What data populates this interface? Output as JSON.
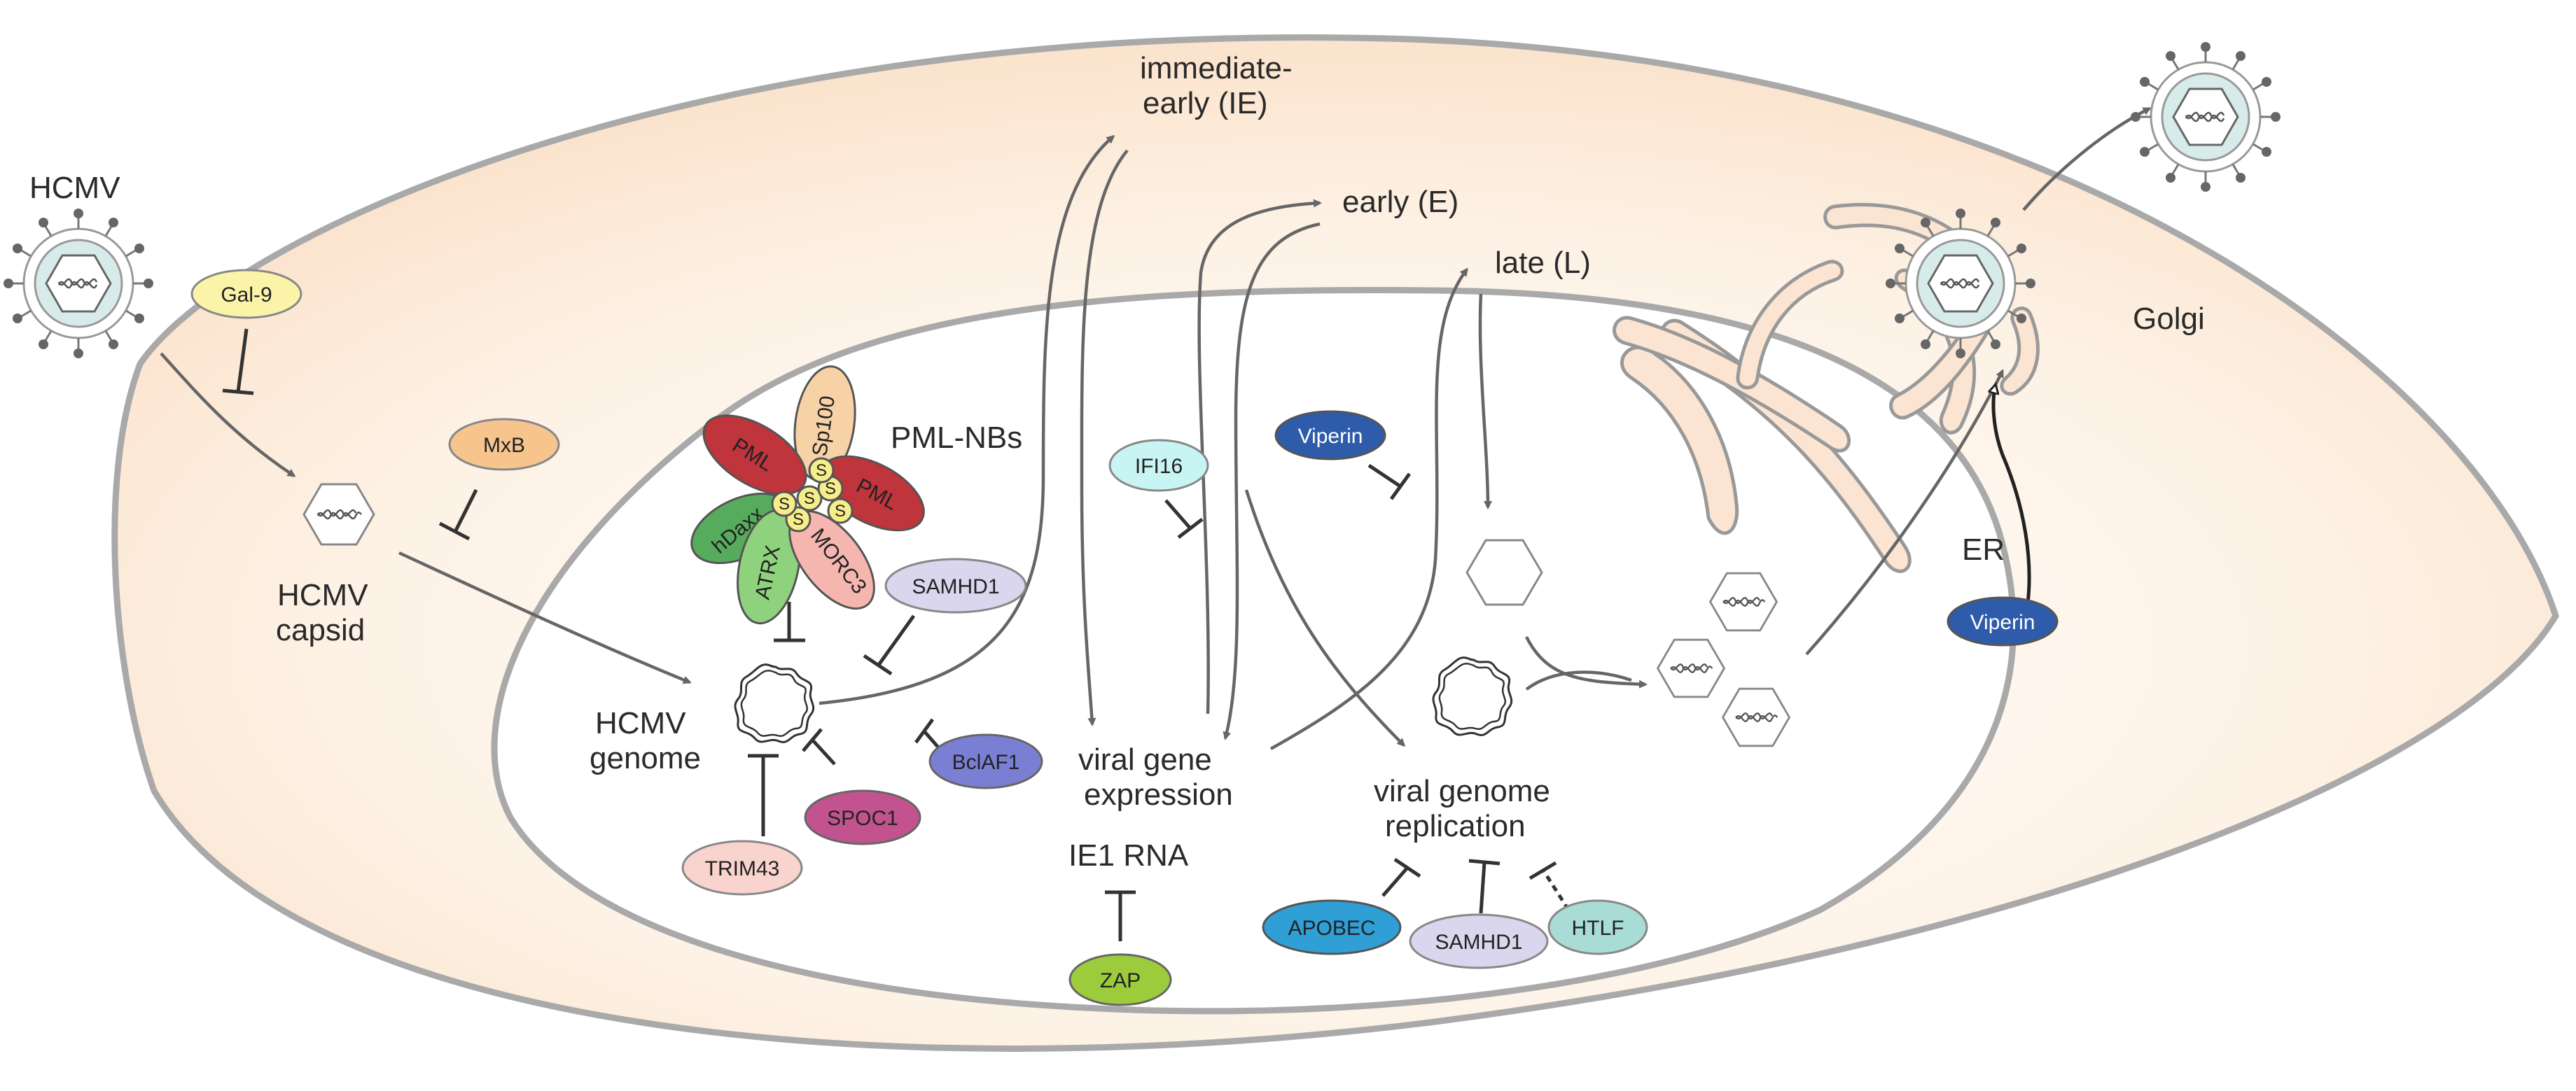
{
  "labels": {
    "hcmv": "HCMV",
    "capsid_line1": "HCMV",
    "capsid_line2": "capsid",
    "genome_line1": "HCMV",
    "genome_line2": "genome",
    "pml_nbs": "PML-NBs",
    "ie_line1": "immediate-",
    "ie_line2": "early (IE)",
    "early": "early (E)",
    "late": "late (L)",
    "golgi": "Golgi",
    "er": "ER",
    "gene_expr_line1": "viral gene",
    "gene_expr_line2": "expression",
    "ie1_rna": "IE1 RNA",
    "replication_line1": "viral genome",
    "replication_line2": "replication"
  },
  "factors": {
    "gal9": "Gal-9",
    "mxb": "MxB",
    "samhd1_top": "SAMHD1",
    "bclaf1": "BclAF1",
    "spoc1": "SPOC1",
    "trim43": "TRIM43",
    "ifi16": "IFI16",
    "zap": "ZAP",
    "viperin_nucleus": "Viperin",
    "viperin_er": "Viperin",
    "apobec": "APOBEC",
    "samhd1_bottom": "SAMHD1",
    "htlf": "HTLF"
  },
  "pml_petals": {
    "pml_left": "PML",
    "sp100": "Sp100",
    "pml_right": "PML",
    "hdaxx": "hDaxx",
    "atrx": "ATRX",
    "morc3": "MORC3",
    "sumo": "S"
  },
  "colors": {
    "cytoplasm": "#fde9d6",
    "nucleus": "#ffffff",
    "outline": "#a9a9a9",
    "gal9": "#fbf4a8",
    "mxb": "#f7c48e",
    "samhd1": "#d9d6ee",
    "bclaf1": "#7b7fd3",
    "spoc1": "#c2538e",
    "trim43": "#f9d3ce",
    "ifi16": "#c9f4f4",
    "zap": "#9ccc3b",
    "viperin": "#2e5caa",
    "apobec": "#2f9fd6",
    "htlf": "#a9dcd6",
    "pml": "#c0343c",
    "sp100": "#f7d2a6",
    "hdaxx": "#56ac5c",
    "atrx": "#8fd27e",
    "morc3": "#f6b6b0",
    "sumo": "#f6ee8a"
  }
}
